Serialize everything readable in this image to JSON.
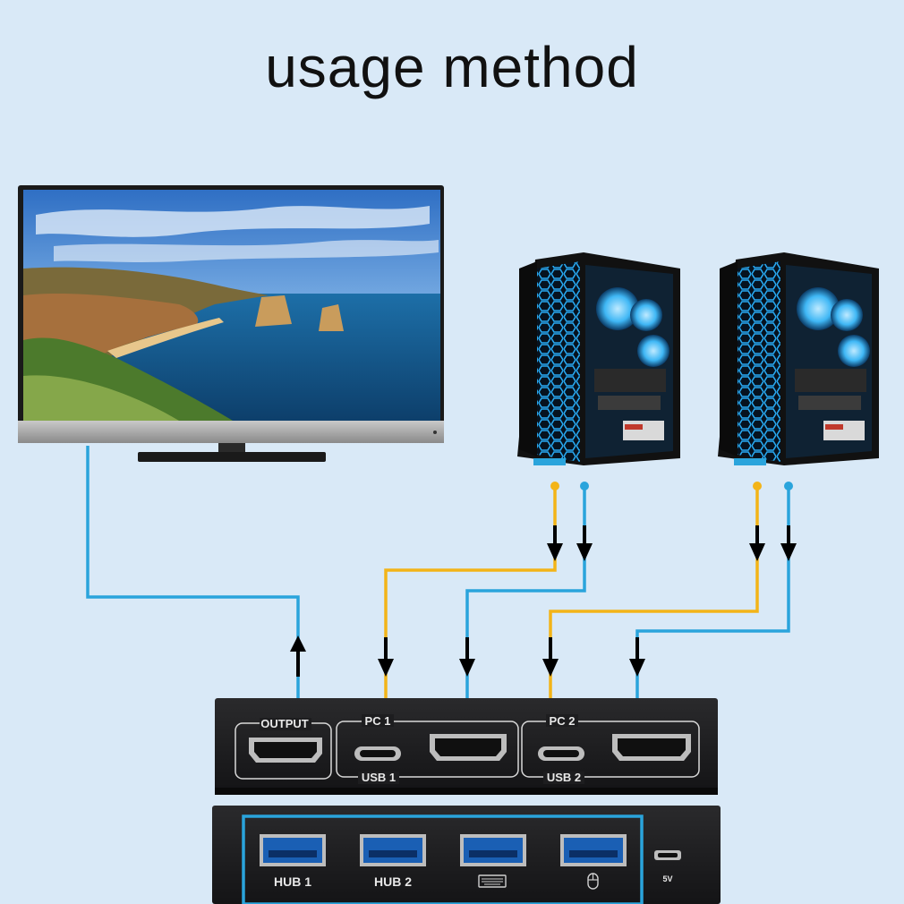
{
  "title": "usage method",
  "colors": {
    "background": "#d9e9f7",
    "hdmi_cable": "#f3b418",
    "usb_cable": "#2aa4dc",
    "device_body": "#1d1d1f",
    "hub_highlight": "#2aa4dc"
  },
  "switch_front": {
    "output_label": "OUTPUT",
    "pc1_label": "PC 1",
    "usb1_label": "USB 1",
    "pc2_label": "PC 2",
    "usb2_label": "USB 2"
  },
  "switch_back": {
    "hub1_label": "HUB 1",
    "hub2_label": "HUB 2",
    "keyboard_port_icon": "keyboard-icon",
    "mouse_port_icon": "mouse-icon",
    "power_label": "5V"
  },
  "icons": [
    "monitor-icon",
    "pc-tower-icon",
    "hdmi-port-icon",
    "usb-c-port-icon",
    "usb-a-port-icon",
    "arrow-icon"
  ]
}
